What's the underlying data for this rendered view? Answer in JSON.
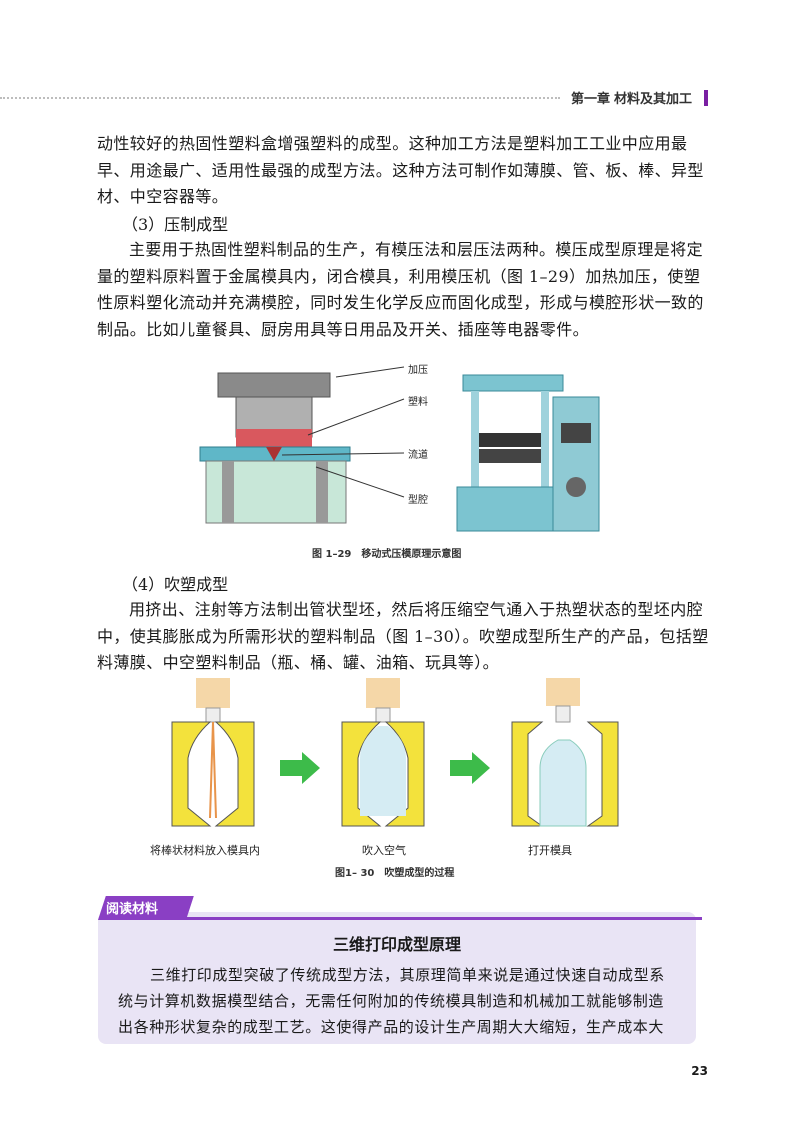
{
  "header": {
    "chapter": "第一章",
    "title": "材料及其加工"
  },
  "paragraphs": {
    "p1": "动性较好的热固性塑料盒增强塑料的成型。这种加工方法是塑料加工工业中应用最早、用途最广、适用性最强的成型方法。这种方法可制作如薄膜、管、板、棒、异型材、中空容器等。",
    "h3": "（3）压制成型",
    "p2": "主要用于热固性塑料制品的生产，有模压法和层压法两种。模压成型原理是将定量的塑料原料置于金属模具内，闭合模具，利用模压机（图 1–29）加热加压，使塑性原料塑化流动并充满模腔，同时发生化学反应而固化成型，形成与模腔形状一致的制品。比如儿童餐具、厨房用具等日用品及开关、插座等电器零件。",
    "h4": "（4）吹塑成型",
    "p3": "用挤出、注射等方法制出管状型坯，然后将压缩空气通入于热塑状态的型坯内腔中，使其膨胀成为所需形状的塑料制品（图 1–30）。吹塑成型所生产的产品，包括塑料薄膜、中空塑料制品（瓶、桶、罐、油箱、玩具等）。"
  },
  "figure129": {
    "labels": {
      "press": "加压",
      "plastic": "塑料",
      "runner": "流道",
      "cavity": "型腔"
    },
    "caption": "图 1–29　移动式压模原理示意图"
  },
  "figure130": {
    "steps": [
      "将棒状材料放入模具内",
      "吹入空气",
      "打开模具"
    ],
    "caption": "图1– 30　吹塑成型的过程"
  },
  "reading": {
    "tab": "阅读材料",
    "title": "三维打印成型原理",
    "text": "三维打印成型突破了传统成型方法，其原理简单来说是通过快速自动成型系统与计算机数据模型结合，无需任何附加的传统模具制造和机械加工就能够制造出各种形状复杂的成型工艺。这使得产品的设计生产周期大大缩短，生产成本大"
  },
  "page_number": "23",
  "colors": {
    "accent": "#8a3fc4",
    "reading_bg": "#e9e4f5",
    "mold_teal": "#7fc2d0",
    "blow_yellow": "#f3e23c",
    "arrow_green": "#3dbb4a"
  }
}
